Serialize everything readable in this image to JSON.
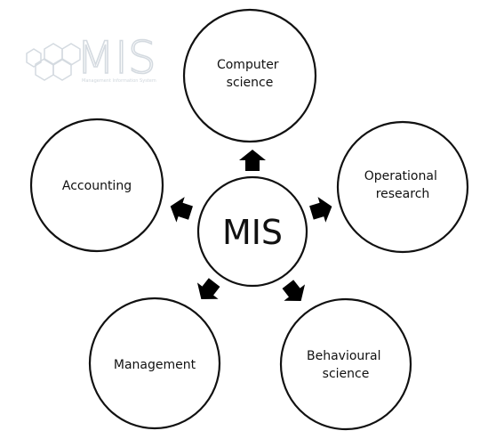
{
  "watermark": {
    "text": "MIS",
    "subtitle": "Management Information System"
  },
  "center": {
    "label": "MIS"
  },
  "nodes": [
    {
      "id": "computer-science",
      "lines": [
        "Computer",
        "science"
      ]
    },
    {
      "id": "operational-research",
      "lines": [
        "Operational",
        "research"
      ]
    },
    {
      "id": "behavioural-science",
      "lines": [
        "Behavioural",
        "science"
      ]
    },
    {
      "id": "management",
      "lines": [
        "Management"
      ]
    },
    {
      "id": "accounting",
      "lines": [
        "Accounting"
      ]
    }
  ],
  "colors": {
    "stroke": "#111111",
    "arrow": "#000000",
    "watermark": "#d4dae0"
  }
}
